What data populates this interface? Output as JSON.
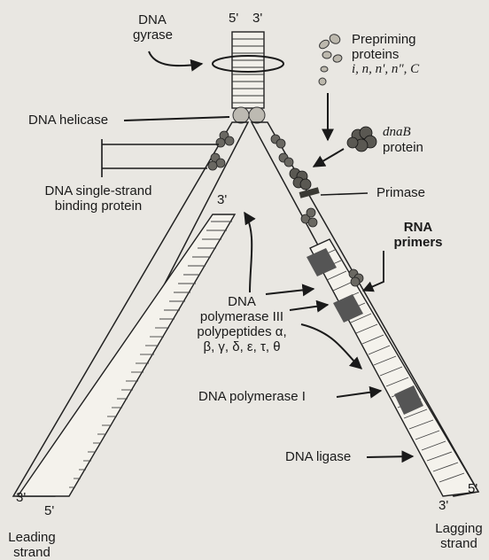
{
  "labels": {
    "gyrase_line1": "DNA",
    "gyrase_line2": "gyrase",
    "top_5": "5'",
    "top_3": "3'",
    "prepriming_line1": "Prepriming",
    "prepriming_line2": "proteins",
    "prepriming_line3": "i, n, n', n\", C",
    "helicase": "DNA helicase",
    "dnab_line1": "dnaB",
    "dnab_line2": "protein",
    "ssb_line1": "DNA single-strand",
    "ssb_line2": "binding protein",
    "primase": "Primase",
    "left_3_top": "3'",
    "rna_primers_line1": "RNA",
    "rna_primers_line2": "primers",
    "pol3_line1": "DNA",
    "pol3_line2": "polymerase III",
    "pol3_line3": "polypeptides α,",
    "pol3_line4": "β, γ, δ, ε, τ, θ",
    "pol1": "DNA polymerase I",
    "ligase": "DNA ligase",
    "left_bottom_3": "3'",
    "left_bottom_5": "5'",
    "right_bottom_3": "3'",
    "right_bottom_5": "5'",
    "leading_line1": "Leading",
    "leading_line2": "strand",
    "lagging_line1": "Lagging",
    "lagging_line2": "strand"
  }
}
